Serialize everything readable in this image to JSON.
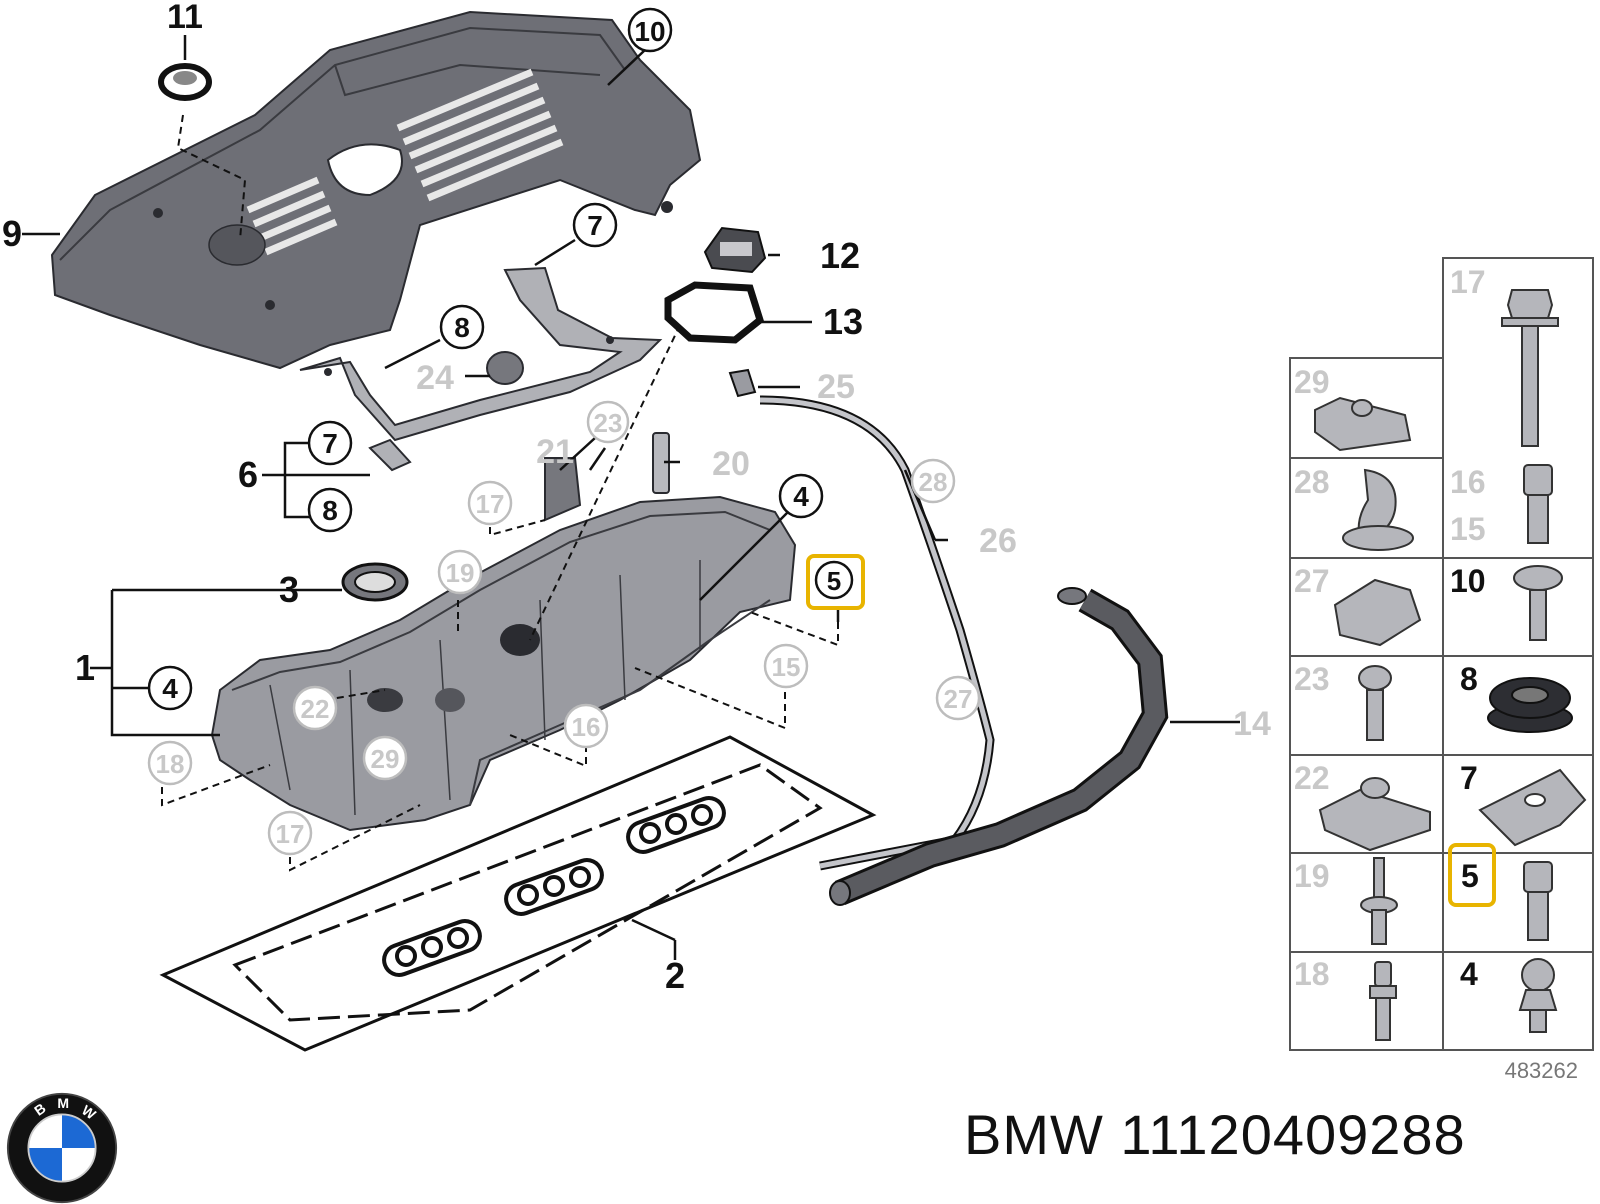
{
  "caption": {
    "brand": "BMW",
    "part_number": "11120409288"
  },
  "logo": {
    "letters": [
      "B",
      "M",
      "W"
    ],
    "colors": {
      "blue": "#1c69d4",
      "black": "#111111",
      "white": "#ffffff"
    }
  },
  "diagram_id": "483262",
  "highlight_color": "#e8b400",
  "callouts": {
    "c1": "1",
    "c2": "2",
    "c3": "3",
    "c4a": "4",
    "c4b": "4",
    "c5": "5",
    "c6": "6",
    "c7a": "7",
    "c7b": "7",
    "c8a": "8",
    "c8b": "8",
    "c9": "9",
    "c10": "10",
    "c11": "11",
    "c12": "12",
    "c13": "13",
    "c14": "14",
    "c15": "15",
    "c16": "16",
    "c17a": "17",
    "c17b": "17",
    "c18": "18",
    "c19": "19",
    "c20": "20",
    "c21": "21",
    "c22": "22",
    "c23": "23",
    "c24": "24",
    "c25": "25",
    "c26": "26",
    "c27": "27",
    "c28": "28",
    "c29": "29"
  },
  "grid": {
    "c17": "17",
    "c29": "29",
    "c28": "28",
    "c16": "16",
    "c15": "15",
    "c27": "27",
    "c10": "10",
    "c23": "23",
    "c8": "8",
    "c22": "22",
    "c7": "7",
    "c19": "19",
    "c5": "5",
    "c18": "18",
    "c4": "4"
  }
}
